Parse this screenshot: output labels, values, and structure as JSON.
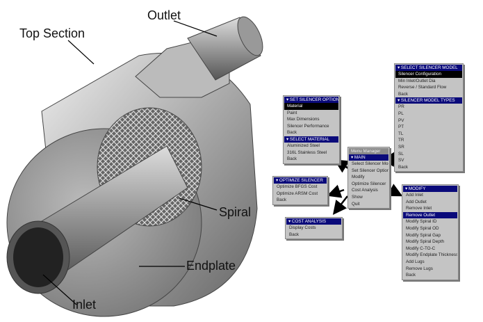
{
  "labels": {
    "top_section": "Top Section",
    "outlet": "Outlet",
    "spiral": "Spiral",
    "endplate": "Endplate",
    "inlet": "Inlet"
  },
  "menus": {
    "set_options": {
      "title": "SET SILENCER OPTIONS",
      "items": [
        "Material",
        "Paint",
        "Max Dimensions",
        "Silencer Performance",
        "Back"
      ],
      "selected": 0
    },
    "select_material": {
      "title": "SELECT MATERIAL",
      "items": [
        "Aluminized Steel",
        "316L Stainless Steel",
        "Back"
      ]
    },
    "select_model": {
      "title": "SELECT SILENCER MODEL",
      "items": [
        "Silencer Configuration",
        "Min Inlet/Outlet Dia",
        "Reverse / Standard Flow",
        "Back"
      ],
      "selected": 0
    },
    "model_types": {
      "title": "SILENCER MODEL TYPES",
      "items": [
        "PR",
        "PL",
        "PV",
        "PT",
        "TL",
        "TR",
        "SR",
        "SL",
        "SV",
        "Back"
      ]
    },
    "menu_manager": {
      "title": "Menu Manager",
      "subtitle": "MAIN",
      "items": [
        "Select Silencer Model",
        "Set Silencer Options",
        "Modify",
        "Optimize Silencer",
        "Cost Analysis",
        "Show",
        "Quit"
      ]
    },
    "optimize": {
      "title": "OPTIMIZE SILENCER",
      "items": [
        "Optimize BFGS Cost",
        "Optimize ARSM Cost",
        "Back"
      ]
    },
    "cost": {
      "title": "COST ANALYSIS",
      "items": [
        "Display Costs",
        "Back"
      ]
    },
    "modify": {
      "title": "MODIFY",
      "items": [
        "Add Inlet",
        "Add Outlet",
        "Remove Inlet",
        "Remove Outlet",
        "Modify Spiral ID",
        "Modify Spiral OD",
        "Modify Spiral Gap",
        "Modify Spiral Depth",
        "Modify C-TO-C",
        "Modify Endplate Thickness",
        "Add Lugs",
        "Remove Lugs",
        "Back"
      ],
      "selected": 3
    }
  },
  "colors": {
    "header": "#0a0a7a",
    "menu_bg": "#c4c4c4"
  }
}
